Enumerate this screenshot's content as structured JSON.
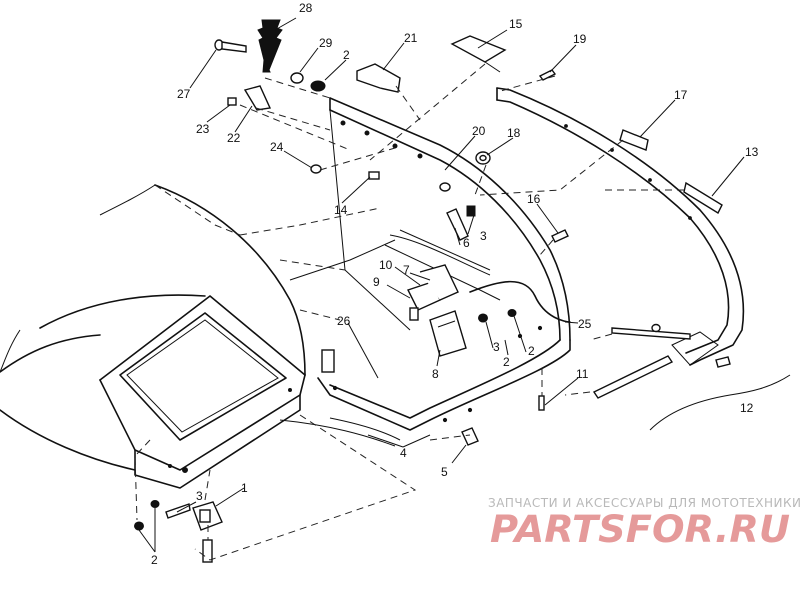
{
  "callouts": [
    {
      "id": "28",
      "label": "28"
    },
    {
      "id": "29",
      "label": "29"
    },
    {
      "id": "2a",
      "label": "2"
    },
    {
      "id": "21",
      "label": "21"
    },
    {
      "id": "15",
      "label": "15"
    },
    {
      "id": "19",
      "label": "19"
    },
    {
      "id": "27",
      "label": "27"
    },
    {
      "id": "23",
      "label": "23"
    },
    {
      "id": "22",
      "label": "22"
    },
    {
      "id": "24",
      "label": "24"
    },
    {
      "id": "20",
      "label": "20"
    },
    {
      "id": "18",
      "label": "18"
    },
    {
      "id": "17",
      "label": "17"
    },
    {
      "id": "13",
      "label": "13"
    },
    {
      "id": "14",
      "label": "14"
    },
    {
      "id": "16",
      "label": "16"
    },
    {
      "id": "3a",
      "label": "3"
    },
    {
      "id": "6",
      "label": "6"
    },
    {
      "id": "10",
      "label": "10"
    },
    {
      "id": "7",
      "label": "7"
    },
    {
      "id": "9",
      "label": "9"
    },
    {
      "id": "26",
      "label": "26"
    },
    {
      "id": "25",
      "label": "25"
    },
    {
      "id": "3b",
      "label": "3"
    },
    {
      "id": "2b",
      "label": "2"
    },
    {
      "id": "2c",
      "label": "2"
    },
    {
      "id": "8",
      "label": "8"
    },
    {
      "id": "11",
      "label": "11"
    },
    {
      "id": "12",
      "label": "12"
    },
    {
      "id": "4",
      "label": "4"
    },
    {
      "id": "5",
      "label": "5"
    },
    {
      "id": "1",
      "label": "1"
    },
    {
      "id": "3c",
      "label": "3"
    },
    {
      "id": "2d",
      "label": "2"
    }
  ],
  "watermark": {
    "tagline": "ЗАПЧАСТИ И АКСЕССУАРЫ ДЛЯ МОТОТЕХНИКИ",
    "logo": "PARTSFOR.RU"
  }
}
